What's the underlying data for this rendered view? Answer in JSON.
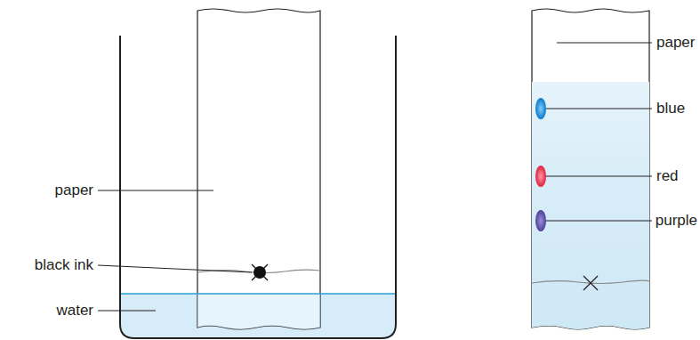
{
  "diagram": {
    "labels": [
      "paper",
      "black ink",
      "water",
      "paper",
      "blue",
      "red",
      "purple"
    ]
  }
}
